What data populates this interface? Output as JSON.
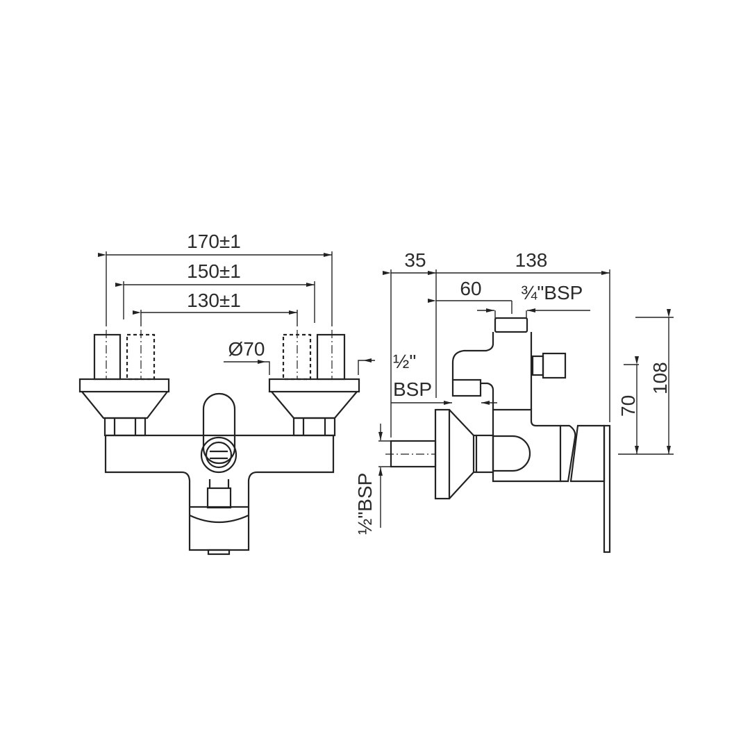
{
  "drawing": {
    "front_view": {
      "dim_outer": "170±1",
      "dim_middle": "150±1",
      "dim_inner": "130±1",
      "dim_diameter": "Ø70"
    },
    "side_view": {
      "dim_offset": "35",
      "dim_depth": "138",
      "dim_outlet": "60",
      "outlet_thread": "¾\"BSP",
      "spout_thread_line1": "½\"",
      "spout_thread_line2": "BSP",
      "inlet_thread": "½\"BSP",
      "dim_height_small": "70",
      "dim_height_large": "108"
    }
  }
}
